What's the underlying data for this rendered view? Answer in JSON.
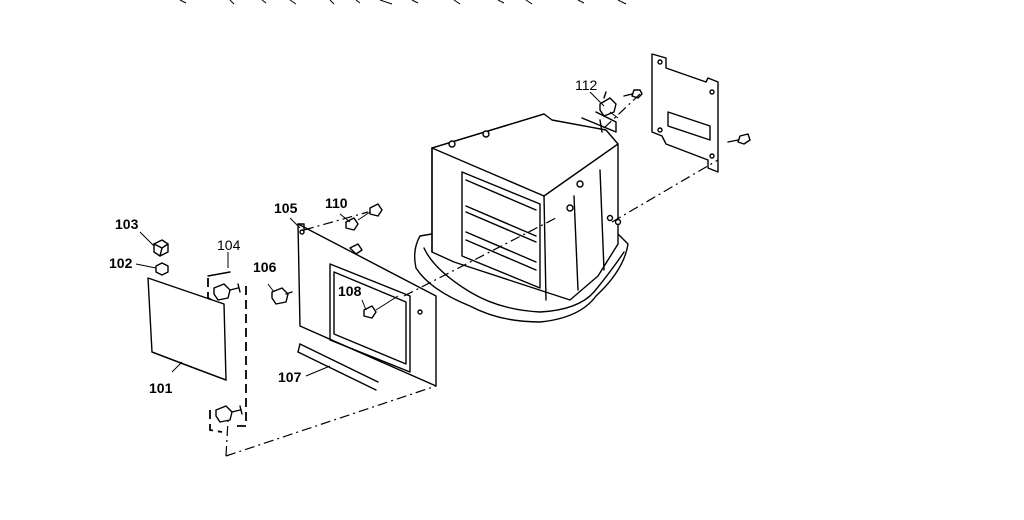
{
  "diagram": {
    "parts": {
      "p101": "101",
      "p102": "102",
      "p103": "103",
      "p104": "104",
      "p105": "105",
      "p106": "106",
      "p107": "107",
      "p108": "108",
      "p110": "110",
      "p112": "112"
    }
  }
}
